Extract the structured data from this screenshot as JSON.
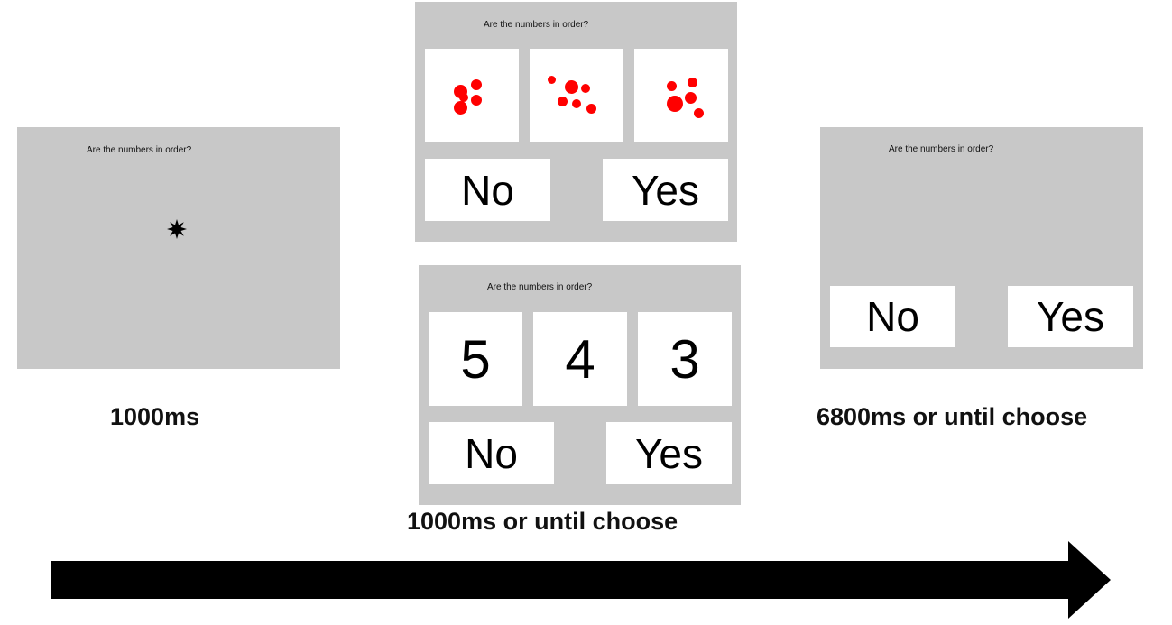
{
  "question": "Are the numbers in order?",
  "buttons": {
    "no": "No",
    "yes": "Yes"
  },
  "digits": [
    "5",
    "4",
    "3"
  ],
  "dot_counts": [
    5,
    6,
    5
  ],
  "fixation": {
    "icon": "star-burst-icon",
    "color": "#000000"
  },
  "captions": {
    "fixation": "1000ms",
    "stimulus": "1000ms or until choose",
    "response": "6800ms or until choose"
  },
  "colors": {
    "screen": "#c8c8c8",
    "dot": "#ff0000",
    "arrow": "#000000"
  }
}
